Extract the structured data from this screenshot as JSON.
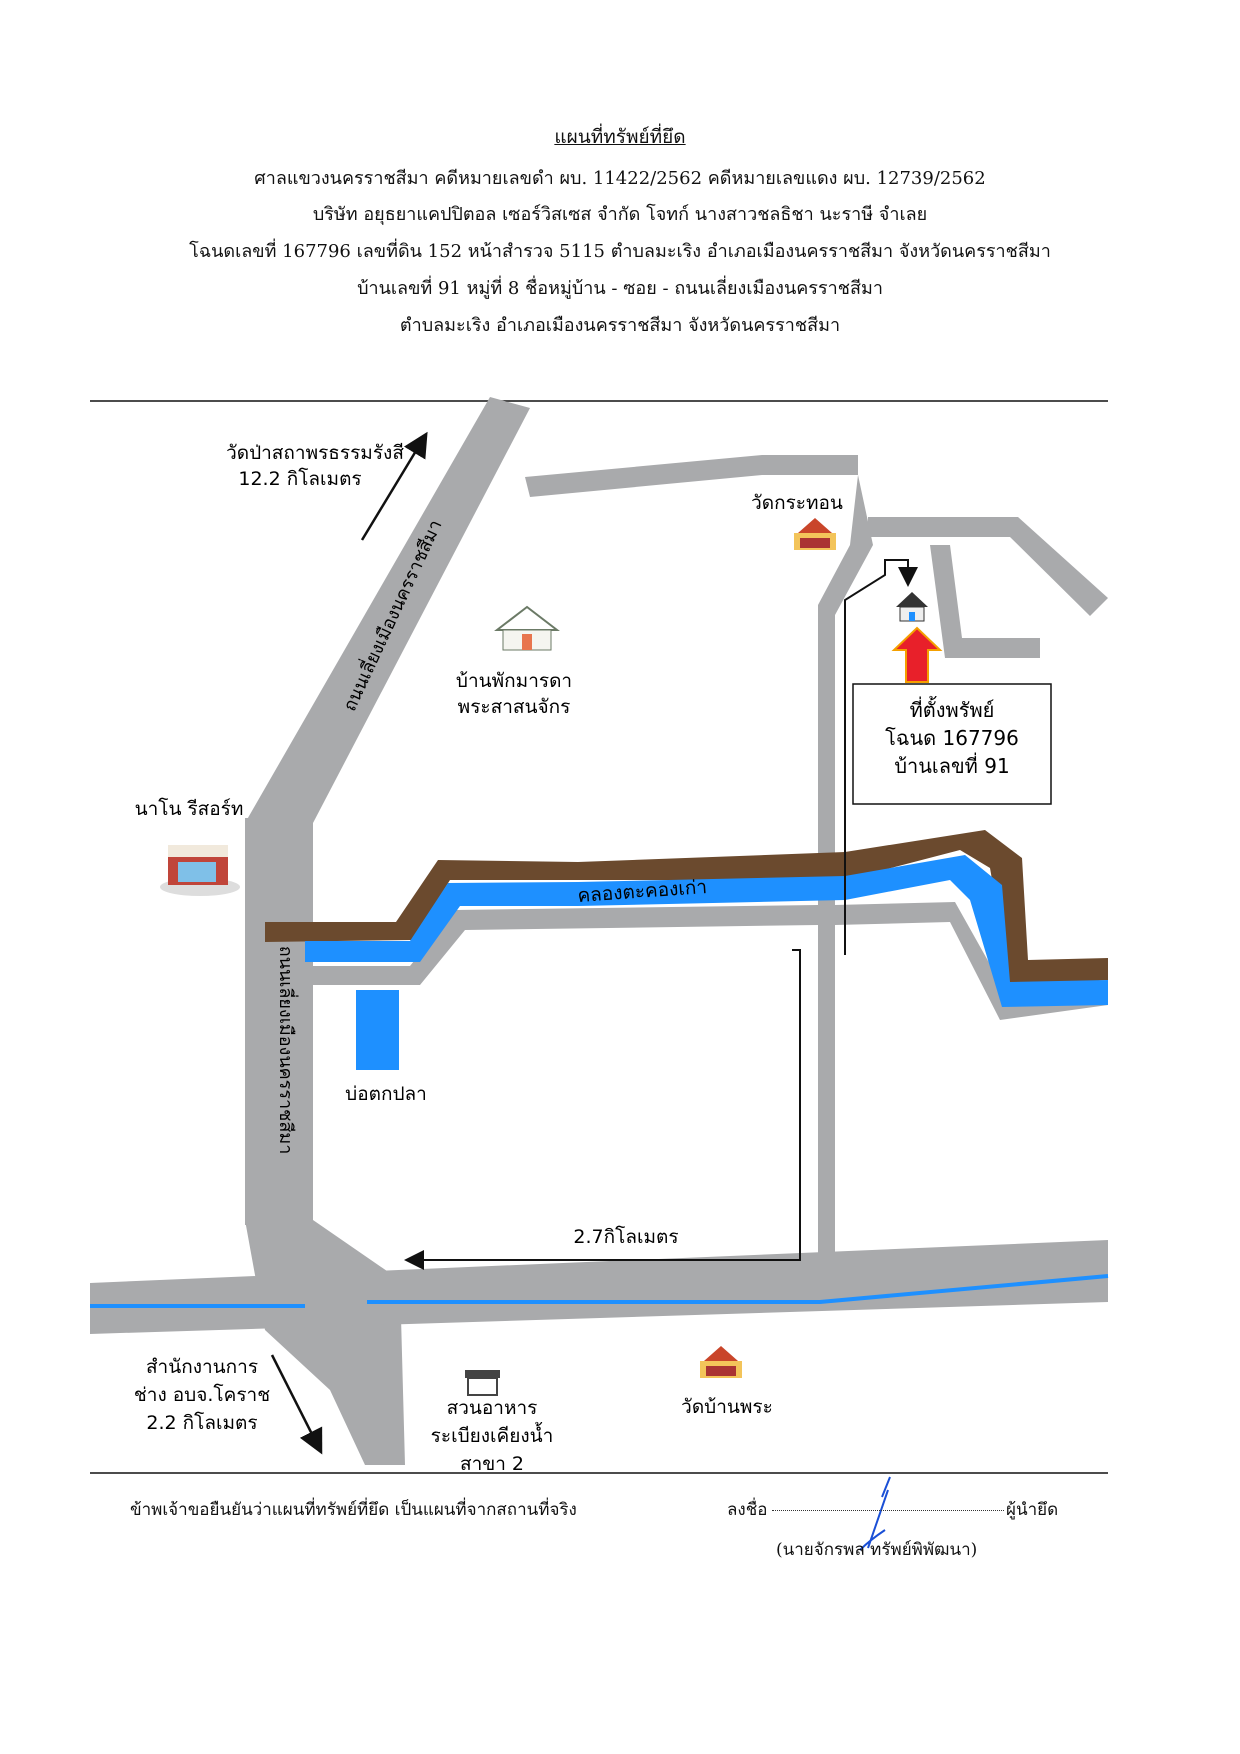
{
  "header": {
    "title": "แผนที่ทรัพย์ที่ยึด",
    "line1": "ศาลแขวงนครราชสีมา  คดีหมายเลขดำ ผบ. 11422/2562  คดีหมายเลขแดง ผบ. 12739/2562",
    "line2": "บริษัท อยุธยาแคปปิตอล เซอร์วิสเซส จำกัด  โจทก์  นางสาวชลธิชา    นะราษี     จำเลย",
    "line3": "โฉนดเลขที่ 167796  เลขที่ดิน 152   หน้าสำรวจ 5115  ตำบลมะเริง  อำเภอเมืองนครราชสีมา  จังหวัดนครราชสีมา",
    "line4": "บ้านเลขที่ 91  หมู่ที่  8 ชื่อหมู่บ้าน -  ซอย -   ถนนเลี่ยงเมืองนครราชสีมา",
    "line5": "ตำบลมะเริง  อำเภอเมืองนครราชสีมา  จังหวัดนครราชสีมา"
  },
  "map": {
    "road_bypass_upper": "ถนนเลี่ยงเมืองนครราชสีมา",
    "road_bypass_lower": "ถนนเลี่ยงเมืองนครราชสีมา",
    "wat_pa": "วัดป่าสถาพรธรรมรังสี",
    "wat_pa_dist": "12.2 กิโลเมตร",
    "wat_kratom": "วัดกระทอน",
    "retreat_line1": "บ้านพักมารดา",
    "retreat_line2": "พระสาสนจักร",
    "nano_resort": "นาโน รีสอร์ท",
    "canal": "คลองตะคองเก่า",
    "fish_pond": "บ่อตกปลา",
    "distance_main": "2.7กิโลเมตร",
    "property_line1": "ที่ตั้งพรัพย์",
    "property_line2": "โฉนด 167796",
    "property_line3": "บ้านเลขที่ 91",
    "office_line1": "สำนักงานการ",
    "office_line2": "ช่าง อบจ.โคราช",
    "office_line3": "2.2 กิโลเมตร",
    "restaurant_line1": "สวนอาหาร",
    "restaurant_line2": "ระเบียงเคียงน้ำ",
    "restaurant_line3": "สาขา 2",
    "wat_banphra": "วัดบ้านพระ"
  },
  "colors": {
    "road": "#a9aaac",
    "water": "#1e90ff",
    "bank": "#6b4a2e",
    "arrow_red": "#e8202a",
    "signature": "#1a4fd6"
  },
  "footer": {
    "certification": "ข้าพเจ้าขอยืนยันว่าแผนที่ทรัพย์ที่ยึด เป็นแผนที่จากสถานที่จริง",
    "sign_label": "ลงชื่อ",
    "seizer_role": "ผู้นำยึด",
    "signer_name": "(นายจักรพล   ทรัพย์พิพัฒนา)"
  }
}
